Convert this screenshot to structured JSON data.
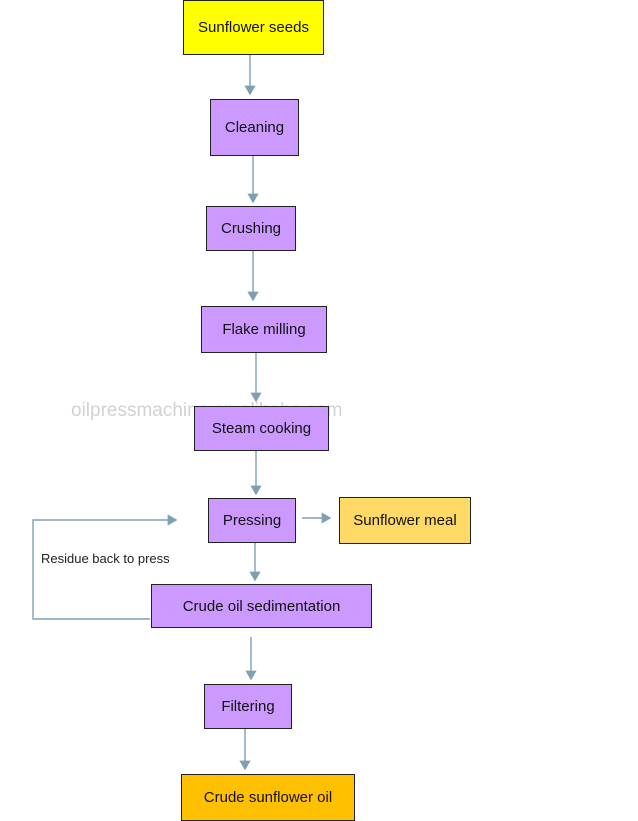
{
  "steps": {
    "sunflower_seeds": "Sunflower seeds",
    "cleaning": "Cleaning",
    "crushing": "Crushing",
    "flake_milling": "Flake milling",
    "steam_cooking": "Steam cooking",
    "pressing": "Pressing",
    "sunflower_meal": "Sunflower meal",
    "crude_oil_sedimentation": "Crude oil sedimentation",
    "filtering": "Filtering",
    "crude_sunflower_oil": "Crude sunflower oil"
  },
  "loop_label": "Residue back to press",
  "watermark": "oilpressmachine.en.alibaba.com",
  "colors": {
    "start": "#ffff00",
    "process": "#cc99ff",
    "meal": "#ffd966",
    "end": "#ffc000",
    "connector": "#7f9fb3"
  }
}
